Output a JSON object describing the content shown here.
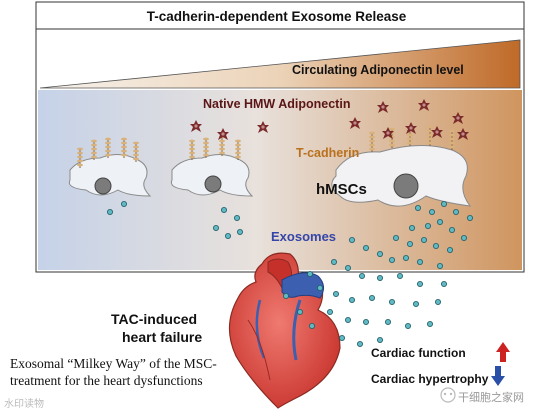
{
  "title": "T-cadherin-dependent Exosome Release",
  "labels": {
    "adiponectin_level": "Circulating Adiponectin level",
    "native_adiponectin": "Native HMW Adiponectin",
    "t_cadherin": "T-cadherin",
    "hmscs": "hMSCs",
    "exosomes": "Exosomes",
    "tac_line1": "TAC-induced",
    "tac_line2": "heart failure"
  },
  "caption": {
    "line1": "Exosomal “Milkey Way” of the MSC-",
    "line2": "treatment for the heart dysfunctions"
  },
  "outcomes": {
    "cardiac_function": "Cardiac function",
    "cardiac_function_trend": "up",
    "cardiac_hypertrophy": "Cardiac hypertrophy",
    "cardiac_hypertrophy_trend": "down"
  },
  "watermarks": {
    "left": "水印读物",
    "right": "干细胞之家网"
  },
  "colors": {
    "panel_left": "#c8d4e8",
    "panel_right": "#cf9a6a",
    "wedge_left": "#f4f0ea",
    "wedge_right": "#c06a2a",
    "adiponectin": "#7a2a2a",
    "t_cadherin": "#b9711d",
    "exosome": "#5fb8c2",
    "heart": "#d9463e",
    "vessel": "#3c5fb0",
    "arrow_up": "#cc2222",
    "arrow_down": "#2a4fa8"
  }
}
